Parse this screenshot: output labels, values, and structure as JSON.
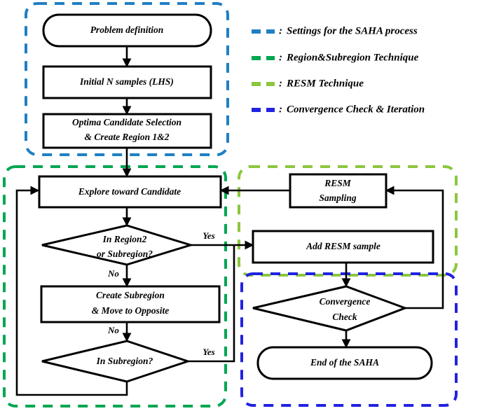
{
  "diagram": {
    "title": "SAHA process flowchart",
    "nodes": {
      "problem_definition": {
        "label": "Problem definition",
        "shape": "stadium"
      },
      "initial_samples": {
        "label": "Initial N samples (LHS)",
        "shape": "rect"
      },
      "optima_candidate_line1": {
        "label": "Optima Candidate Selection"
      },
      "optima_candidate_line2": {
        "label": "& Create Region 1&2"
      },
      "explore_candidate": {
        "label": "Explore toward Candidate",
        "shape": "rect"
      },
      "in_region2_line1": {
        "label": "In Region2"
      },
      "in_region2_line2": {
        "label": "or Subregion?"
      },
      "create_subregion_line1": {
        "label": "Create Subregion"
      },
      "create_subregion_line2": {
        "label": "& Move to Opposite"
      },
      "in_subregion": {
        "label": "In Subregion?",
        "shape": "diamond"
      },
      "resm_sampling_line1": {
        "label": "RESM"
      },
      "resm_sampling_line2": {
        "label": "Sampling"
      },
      "add_resm_sample": {
        "label": "Add RESM sample",
        "shape": "rect"
      },
      "convergence_check_line1": {
        "label": "Convergence"
      },
      "convergence_check_line2": {
        "label": "Check"
      },
      "end_of_saha": {
        "label": "End of the SAHA",
        "shape": "stadium"
      }
    },
    "edge_labels": {
      "region2_yes": "Yes",
      "region2_no": "No",
      "subregion_no": "No",
      "subregion_yes": "Yes"
    },
    "groups": {
      "settings": {
        "color": "#1f7fc4"
      },
      "region_subregion": {
        "color": "#00a651"
      },
      "resm": {
        "color": "#8cc63e"
      },
      "convergence": {
        "color": "#2222e0"
      }
    }
  },
  "legend": {
    "items": [
      {
        "color": "#1f7fc4",
        "separator": ":",
        "label": "Settings for the SAHA process"
      },
      {
        "color": "#00a651",
        "separator": ":",
        "label": "Region&Subregion Technique"
      },
      {
        "color": "#8cc63e",
        "separator": ":",
        "label": "RESM Technique"
      },
      {
        "color": "#2222e0",
        "separator": ":",
        "label": "Convergence Check & Iteration"
      }
    ]
  }
}
